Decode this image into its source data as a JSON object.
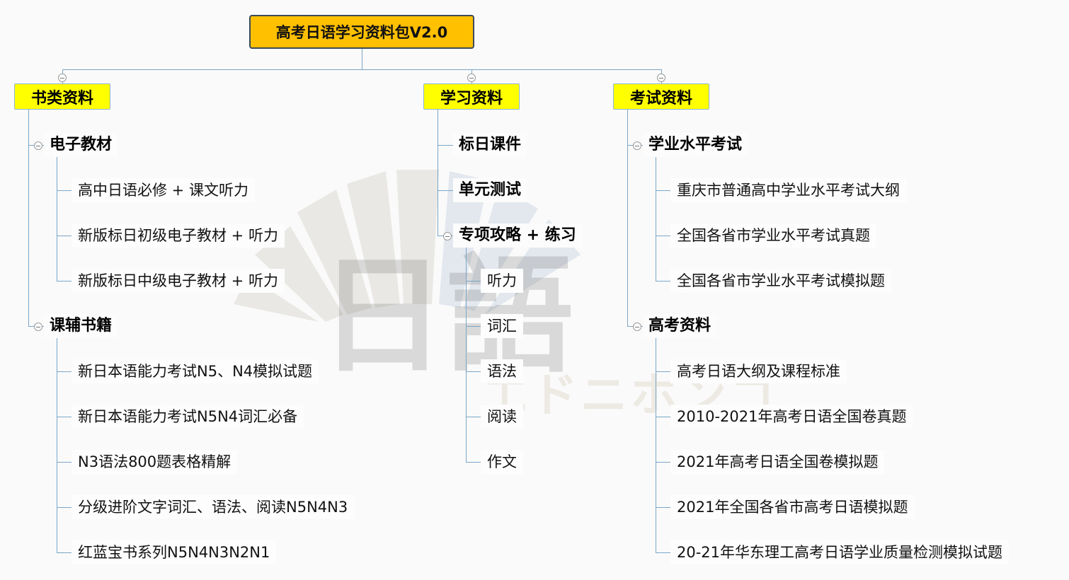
{
  "root": {
    "title": "高考日语学习资料包V2.0"
  },
  "watermark": {
    "logo_text": "日語",
    "kana": "エドニホンゴ"
  },
  "colors": {
    "root_bg": "#FFC000",
    "level1_bg": "#FFFF00",
    "connector": "#7AA6C8"
  },
  "branches": [
    {
      "label": "书类资料",
      "children": [
        {
          "label": "电子教材",
          "children": [
            "高中日语必修 + 课文听力",
            "新版标日初级电子教材 + 听力",
            "新版标日中级电子教材 + 听力"
          ]
        },
        {
          "label": "课辅书籍",
          "children": [
            "新日本语能力考试N5、N4模拟试题",
            "新日本语能力考试N5N4词汇必备",
            "N3语法800题表格精解",
            "分级进阶文字词汇、语法、阅读N5N4N3",
            "红蓝宝书系列N5N4N3N2N1"
          ]
        }
      ]
    },
    {
      "label": "学习资料",
      "children": [
        {
          "label": "标日课件"
        },
        {
          "label": "单元测试"
        },
        {
          "label": "专项攻略 + 练习",
          "children": [
            "听力",
            "词汇",
            "语法",
            "阅读",
            "作文"
          ]
        }
      ]
    },
    {
      "label": "考试资料",
      "children": [
        {
          "label": "学业水平考试",
          "children": [
            "重庆市普通高中学业水平考试大纲",
            "全国各省市学业水平考试真题",
            "全国各省市学业水平考试模拟题"
          ]
        },
        {
          "label": "高考资料",
          "children": [
            "高考日语大纲及课程标准",
            "2010-2021年高考日语全国卷真题",
            "2021年高考日语全国卷模拟题",
            "2021年全国各省市高考日语模拟题",
            "20-21年华东理工高考日语学业质量检测模拟试题"
          ]
        }
      ]
    }
  ]
}
